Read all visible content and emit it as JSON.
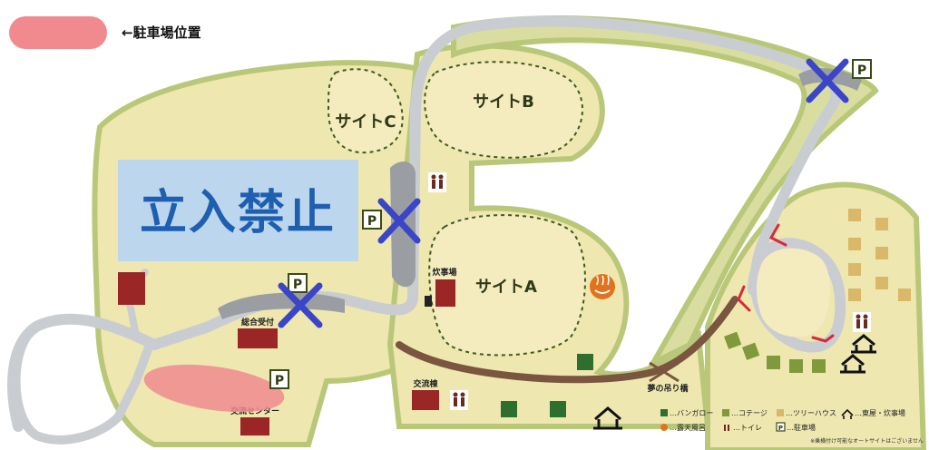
{
  "legend_top": {
    "parking_location_label": "←駐車場位置",
    "parking_color": "#f08a8f"
  },
  "no_entry": {
    "text": "立入禁止",
    "box_color": "#bcd6ee",
    "text_color": "#1f5fb0"
  },
  "sites": {
    "site_a": "サイトA",
    "site_b": "サイトB",
    "site_c": "サイトC"
  },
  "buildings": {
    "reception": "総合受付",
    "exchange_center": "交流センター",
    "exchange_building": "交流棟",
    "kitchen": "炊事場",
    "bridge": "夢の吊り橋"
  },
  "parking": {
    "symbol": "P",
    "closed_marker_color": "#3a45c8"
  },
  "map_legend": {
    "bungalow": "…バンガロー",
    "cottage": "…コテージ",
    "treehouse": "…ツリーハウス",
    "arbor_kitchen": "…東屋・炊事場",
    "open_bath": "…露天風呂",
    "toilet": "…トイレ",
    "parking": "…駐車場",
    "note": "※乗横付け可能なオートサイトはございません"
  },
  "colors": {
    "ground": "#efe7b0",
    "grass_edge": "#b9c878",
    "site_fill": "#f4ebbf",
    "road": "#c9cdd1",
    "path": "#7a5540",
    "bungalow": "#2e6e2e",
    "cottage": "#7f9a3a",
    "treehouse": "#d9b86a",
    "building": "#9a2626",
    "arrow": "#d62a3a",
    "bath": "#e2731e"
  }
}
